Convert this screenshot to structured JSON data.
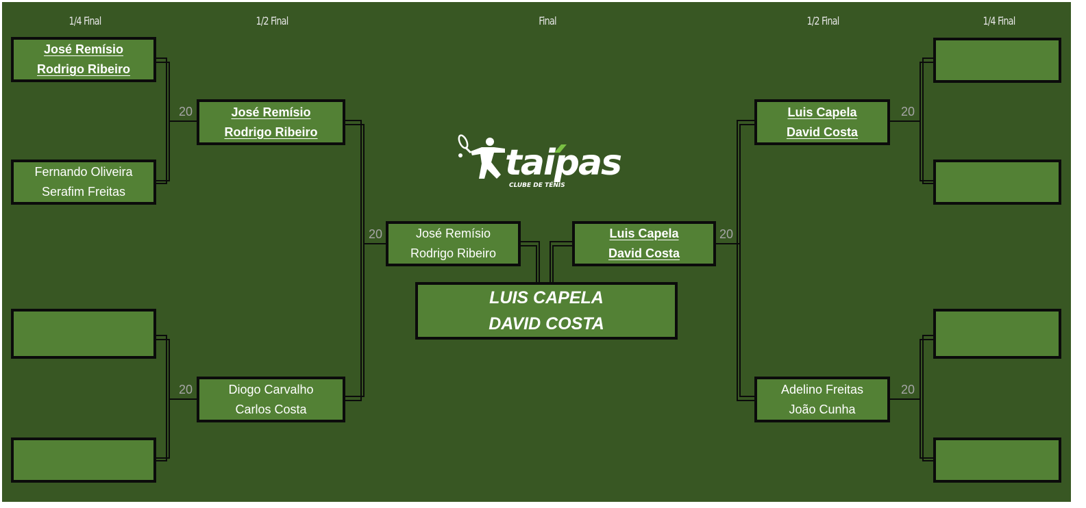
{
  "headers": {
    "left_quarter": "1/4 Final",
    "left_semi": "1/2 Final",
    "final": "Final",
    "right_semi": "1/2 Final",
    "right_quarter": "1/4 Final"
  },
  "left": {
    "quarterfinals": [
      {
        "player1": "José Remísio",
        "player2": "Rodrigo Ribeiro",
        "winner": true
      },
      {
        "player1": "Fernando Oliveira",
        "player2": "Serafim Freitas",
        "winner": false
      },
      {
        "player1": "",
        "player2": "",
        "winner": false
      },
      {
        "player1": "",
        "player2": "",
        "winner": false
      }
    ],
    "semifinals": [
      {
        "player1": "José Remísio",
        "player2": "Rodrigo Ribeiro",
        "winner": true,
        "score": "20"
      },
      {
        "player1": "Diogo Carvalho",
        "player2": "Carlos Costa",
        "winner": false,
        "score": "20"
      }
    ],
    "finalist": {
      "player1": "José Remísio",
      "player2": "Rodrigo Ribeiro",
      "winner": false,
      "score": "20"
    }
  },
  "right": {
    "quarterfinals": [
      {
        "player1": "",
        "player2": "",
        "winner": false
      },
      {
        "player1": "",
        "player2": "",
        "winner": false
      },
      {
        "player1": "",
        "player2": "",
        "winner": false
      },
      {
        "player1": "",
        "player2": "",
        "winner": false
      }
    ],
    "semifinals": [
      {
        "player1": "Luis Capela",
        "player2": "David Costa",
        "winner": true,
        "score": "20"
      },
      {
        "player1": "Adelino Freitas",
        "player2": "João Cunha",
        "winner": false,
        "score": "20"
      }
    ],
    "finalist": {
      "player1": "Luis Capela",
      "player2": "David Costa",
      "winner": true,
      "score": "20"
    }
  },
  "champion": {
    "player1": "LUIS CAPELA",
    "player2": "DAVID COSTA"
  },
  "logo": {
    "brand": "taipas",
    "tagline": "CLUBE DE TÉNIS",
    "icon": "tennis-player-icon"
  },
  "colors": {
    "board": "#385723",
    "box": "#538135",
    "border": "#0b0b0b",
    "text": "#ffffff",
    "score": "#a6a6a6",
    "logo_accent": "#7ac143"
  }
}
